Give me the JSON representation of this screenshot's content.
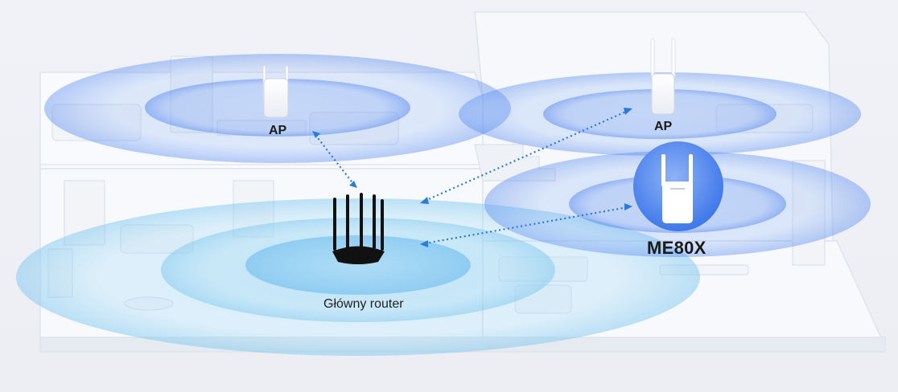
{
  "labels": {
    "ap_left": "AP",
    "ap_right": "AP",
    "extender": "ME80X",
    "main_router": "Główny router"
  },
  "colors": {
    "coverage": "#6b9ef2",
    "coverage_router": "#8fd0f2",
    "link_line": "#2b7bd6",
    "extender_badge": "#4f86ee",
    "router_body": "#111111",
    "house": "#f7f9fc"
  },
  "icons": {
    "main_router": "router-icon",
    "ap_left": "access-point-icon",
    "ap_right": "access-point-icon",
    "extender": "range-extender-icon"
  }
}
